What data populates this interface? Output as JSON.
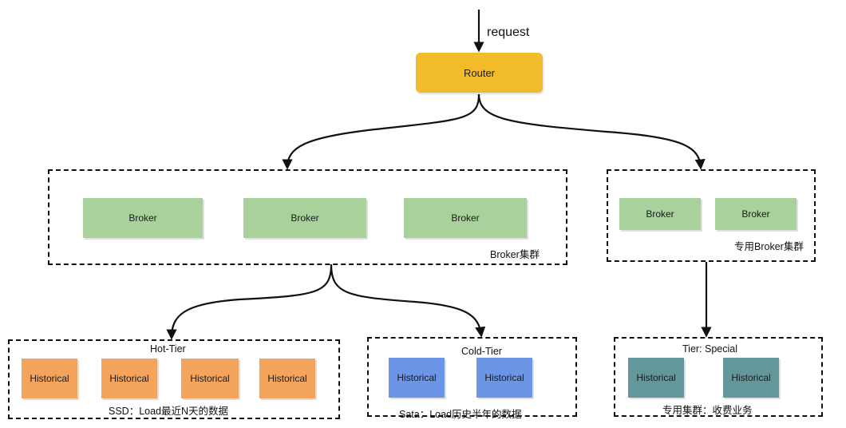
{
  "request_label": "request",
  "router": {
    "label": "Router",
    "color": "#f2bb2c"
  },
  "broker_cluster": {
    "label": "Broker集群",
    "brokers": [
      "Broker",
      "Broker",
      "Broker"
    ],
    "color": "#a9d19c"
  },
  "dedicated_broker_cluster": {
    "label": "专用Broker集群",
    "brokers": [
      "Broker",
      "Broker"
    ],
    "color": "#a9d19c"
  },
  "hot_tier": {
    "title": "Hot-Tier",
    "caption": "SSD：Load最近N天的数据",
    "nodes": [
      "Historical",
      "Historical",
      "Historical",
      "Historical"
    ],
    "color": "#f4a45c"
  },
  "cold_tier": {
    "title": "Cold-Tier",
    "caption": "Sata：Load历史半年的数据",
    "nodes": [
      "Historical",
      "Historical"
    ],
    "color": "#6b95e6"
  },
  "special_tier": {
    "title": "Tier: Special",
    "caption": "专用集群：收费业务",
    "nodes": [
      "Historical",
      "Historical"
    ],
    "color": "#64979b"
  }
}
